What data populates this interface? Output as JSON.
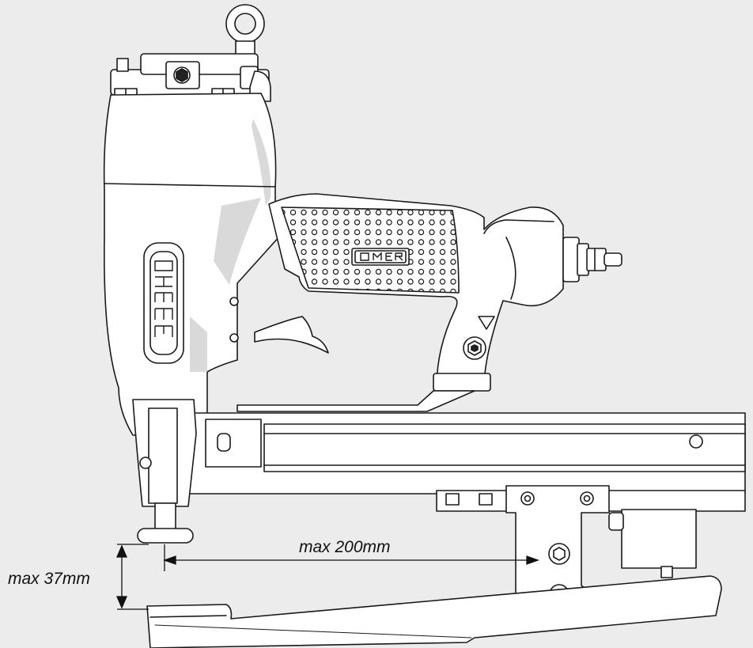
{
  "diagram": {
    "brand_logo_text": "OMER",
    "dimension_length_label": "max 200mm",
    "dimension_height_label": "max 37mm"
  },
  "colors": {
    "background": "#ececec",
    "body_fill": "#ffffff",
    "shadow": "#d9d9d9",
    "outline": "#1a1a1a",
    "dimension_line": "#111111"
  },
  "icons": {
    "logo": "omer-logo",
    "warning": "warning-triangle-icon",
    "fastener": "hex-socket-bolt-icon",
    "air_fitting": "air-coupler-icon"
  }
}
